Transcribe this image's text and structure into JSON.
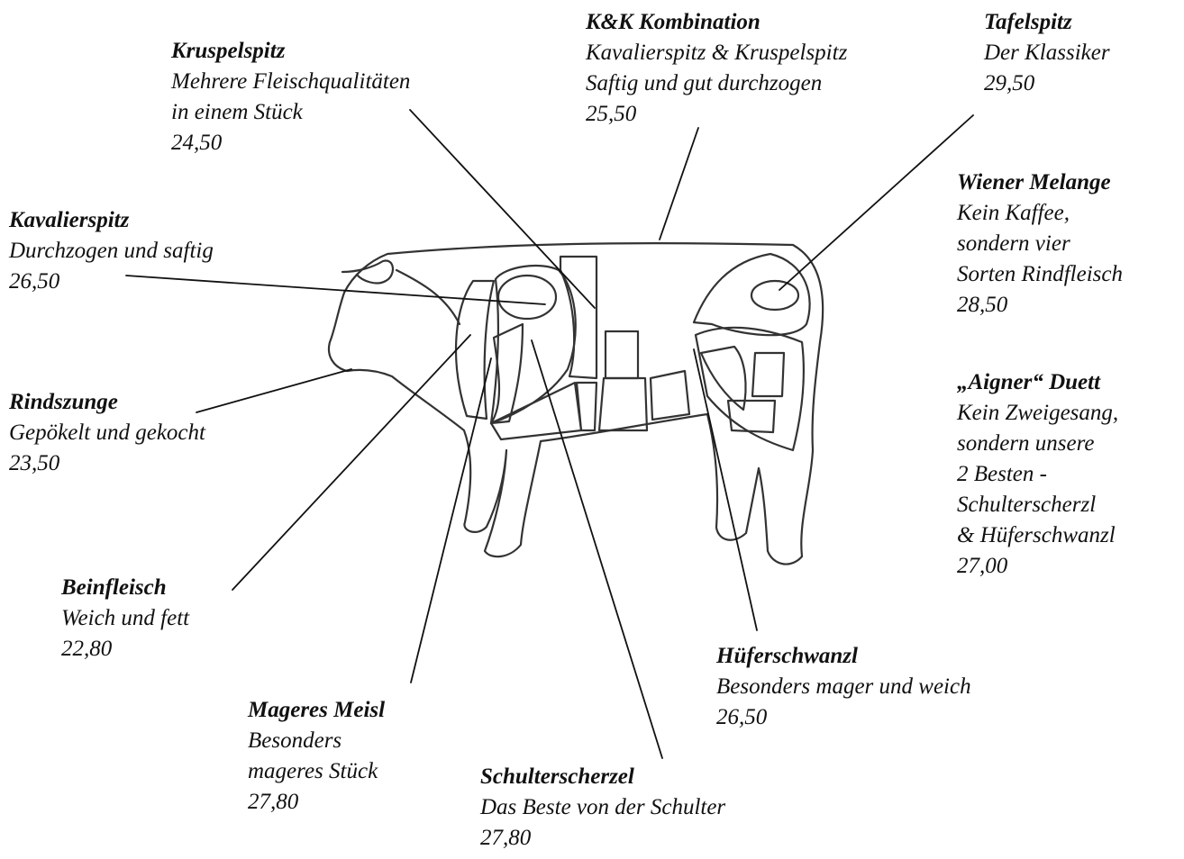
{
  "colors": {
    "ink": "#111111",
    "outline": "#333333",
    "background": "#ffffff"
  },
  "cuts": {
    "kruspelspitz": {
      "title": "Kruspelspitz",
      "desc": [
        "Mehrere Fleischqualitäten",
        "in einem Stück"
      ],
      "price": "24,50"
    },
    "kk_kombination": {
      "title": "K&K Kombination",
      "desc": [
        "Kavalierspitz & Kruspelspitz",
        "Saftig und gut durchzogen"
      ],
      "price": "25,50"
    },
    "tafelspitz": {
      "title": "Tafelspitz",
      "desc": [
        "Der Klassiker"
      ],
      "price": "29,50"
    },
    "kavalierspitz": {
      "title": "Kavalierspitz",
      "desc": [
        "Durchzogen und saftig"
      ],
      "price": "26,50"
    },
    "wiener_melange": {
      "title": "Wiener Melange",
      "desc": [
        "Kein Kaffee,",
        "sondern vier",
        "Sorten Rindfleisch"
      ],
      "price": "28,50"
    },
    "rindszunge": {
      "title": "Rindszunge",
      "desc": [
        "Gepökelt und gekocht"
      ],
      "price": "23,50"
    },
    "aigner_duett": {
      "title": "„Aigner“ Duett",
      "desc": [
        "Kein Zweigesang,",
        "sondern unsere",
        "2 Besten -",
        "Schulterscherzl",
        "& Hüferschwanzl"
      ],
      "price": "27,00"
    },
    "beinfleisch": {
      "title": "Beinfleisch",
      "desc": [
        "Weich und fett"
      ],
      "price": "22,80"
    },
    "hueferschwanzl": {
      "title": "Hüferschwanzl",
      "desc": [
        "Besonders mager und weich"
      ],
      "price": "26,50"
    },
    "mageres_meisl": {
      "title": "Mageres Meisl",
      "desc": [
        "Besonders",
        "mageres Stück"
      ],
      "price": "27,80"
    },
    "schulterscherzel": {
      "title": "Schulterscherzel",
      "desc": [
        "Das Beste von der Schulter"
      ],
      "price": "27,80"
    }
  }
}
